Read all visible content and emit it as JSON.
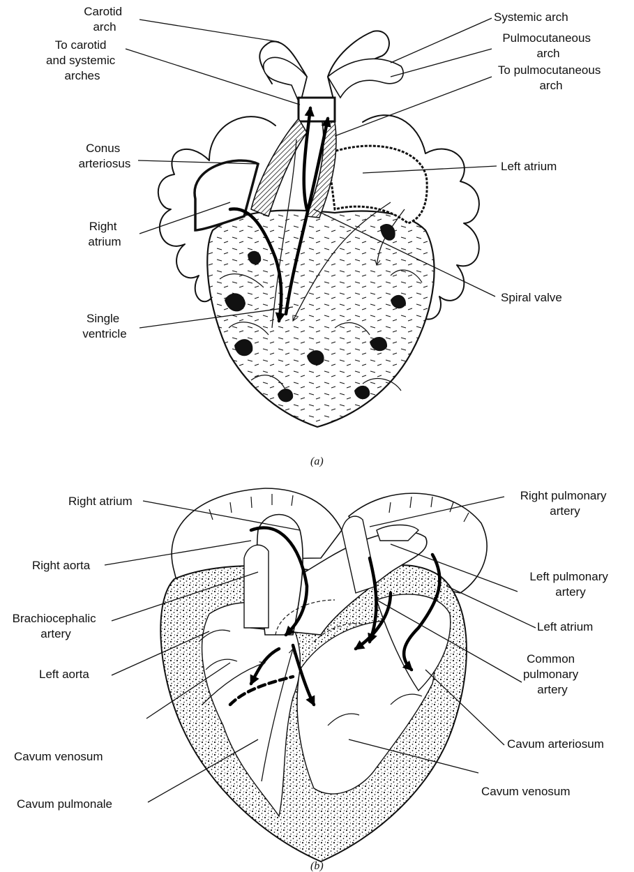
{
  "figure_a": {
    "caption": "(a)",
    "labels": {
      "carotid_arch": [
        "Carotid",
        "arch"
      ],
      "to_carotid_systemic": [
        "To carotid",
        "and systemic",
        "arches"
      ],
      "conus_arteriosus": [
        "Conus",
        "arteriosus"
      ],
      "right_atrium": [
        "Right",
        "atrium"
      ],
      "single_ventricle": [
        "Single",
        "ventricle"
      ],
      "systemic_arch": [
        "Systemic arch"
      ],
      "pulmocutaneous_arch": [
        "Pulmocutaneous",
        "arch"
      ],
      "to_pulmocutaneous_arch": [
        "To pulmocutaneous",
        "arch"
      ],
      "left_atrium": [
        "Left atrium"
      ],
      "spiral_valve": [
        "Spiral valve"
      ]
    }
  },
  "figure_b": {
    "caption": "(b)",
    "labels": {
      "right_atrium": [
        "Right atrium"
      ],
      "right_aorta": [
        "Right aorta"
      ],
      "brachiocephalic_artery": [
        "Brachiocephalic",
        "artery"
      ],
      "left_aorta": [
        "Left aorta"
      ],
      "cavum_venosum_left": [
        "Cavum venosum"
      ],
      "cavum_pulmonale": [
        "Cavum pulmonale"
      ],
      "right_pulmonary_artery": [
        "Right pulmonary",
        "artery"
      ],
      "left_pulmonary_artery": [
        "Left pulmonary",
        "artery"
      ],
      "left_atrium": [
        "Left atrium"
      ],
      "common_pulmonary_artery": [
        "Common",
        "pulmonary",
        "artery"
      ],
      "cavum_arteriosum": [
        "Cavum arteriosum"
      ],
      "cavum_venosum_right": [
        "Cavum venosum"
      ]
    }
  }
}
